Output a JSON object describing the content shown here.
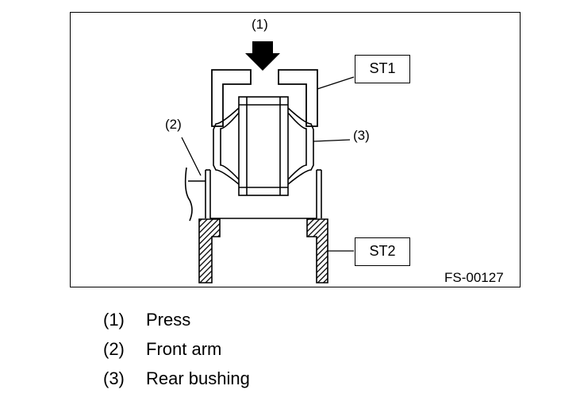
{
  "figure": {
    "figure_id": "FS-00127",
    "callouts": {
      "press": "(1)",
      "front_arm": "(2)",
      "rear_bushing": "(3)"
    },
    "tools": {
      "st1": "ST1",
      "st2": "ST2"
    }
  },
  "legend": [
    {
      "num": "(1)",
      "label": "Press"
    },
    {
      "num": "(2)",
      "label": "Front arm"
    },
    {
      "num": "(3)",
      "label": "Rear bushing"
    }
  ]
}
